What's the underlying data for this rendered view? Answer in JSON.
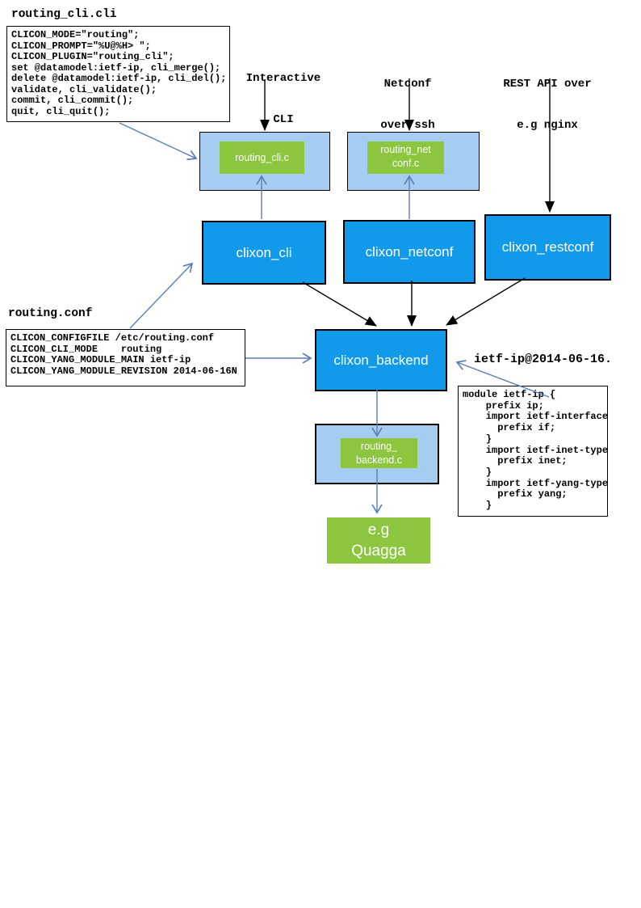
{
  "colors": {
    "process_box_blue": "#119ae9",
    "plugin_panel_blue": "#a5cdf2",
    "plugin_green": "#8cc63f",
    "arrow_blue": "#5b7db5",
    "arrow_black": "#000000"
  },
  "annotations": {
    "routing_cli_file_title": "routing_cli.cli",
    "routing_conf_file_title": "routing.conf",
    "yang_file_title": "ietf-ip@2014-06-16.",
    "interactive_cli": {
      "line1": "Interactive",
      "line2": "CLI"
    },
    "netconf_over_ssh": {
      "line1": "Netconf",
      "line2": "over ssh"
    },
    "rest_api": {
      "line1": "REST API over",
      "line2": "e.g nginx"
    }
  },
  "code_boxes": {
    "routing_cli": {
      "lines": [
        "CLICON_MODE=\"routing\";",
        "CLICON_PROMPT=\"%U@%H> \";",
        "CLICON_PLUGIN=\"routing_cli\";",
        "set @datamodel:ietf-ip, cli_merge();",
        "delete @datamodel:ietf-ip, cli_del();",
        "validate, cli_validate();",
        "commit, cli_commit();",
        "quit, cli_quit();"
      ]
    },
    "routing_conf": {
      "lines": [
        "CLICON_CONFIGFILE /etc/routing.conf",
        "CLICON_CLI_MODE    routing",
        "CLICON_YANG_MODULE_MAIN ietf-ip",
        "CLICON_YANG_MODULE_REVISION 2014-06-16N"
      ]
    },
    "yang_module": {
      "lines": [
        "module ietf-ip {",
        "    prefix ip;",
        "    import ietf-interface",
        "      prefix if;",
        "    }",
        "    import ietf-inet-type",
        "      prefix inet;",
        "    }",
        "    import ietf-yang-type",
        "      prefix yang;",
        "    }"
      ]
    }
  },
  "nodes": {
    "routing_cli_plugin": "routing_cli.c",
    "routing_netconf_plugin": {
      "line1": "routing_net",
      "line2": "conf.c"
    },
    "clixon_cli": "clixon_cli",
    "clixon_netconf": "clixon_netconf",
    "clixon_restconf": "clixon_restconf",
    "clixon_backend": "clixon_backend",
    "routing_backend_plugin": {
      "line1": "routing_",
      "line2": "backend.c"
    },
    "quagga": {
      "line1": "e.g",
      "line2": "Quagga"
    }
  }
}
